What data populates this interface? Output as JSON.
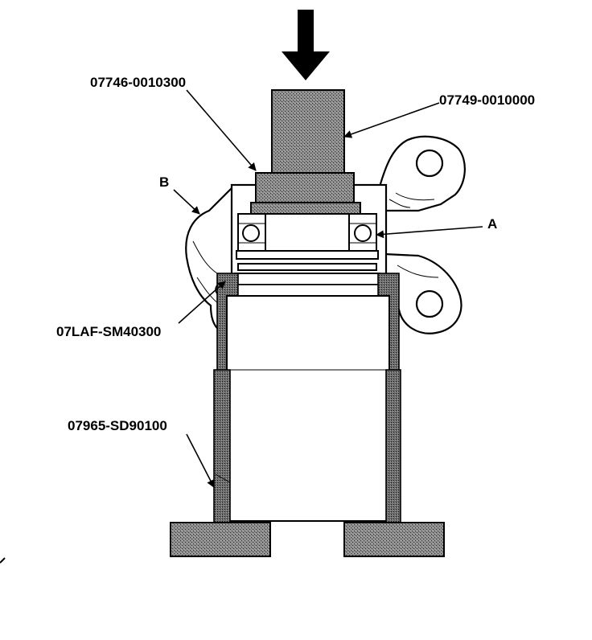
{
  "diagram": {
    "labels": {
      "tool_driver_top": "07746-0010300",
      "tool_attachment": "07749-0010000",
      "point_b": "B",
      "point_a": "A",
      "tool_support_ring": "07LAF-SM40300",
      "tool_support_tube": "07965-SD90100"
    }
  }
}
